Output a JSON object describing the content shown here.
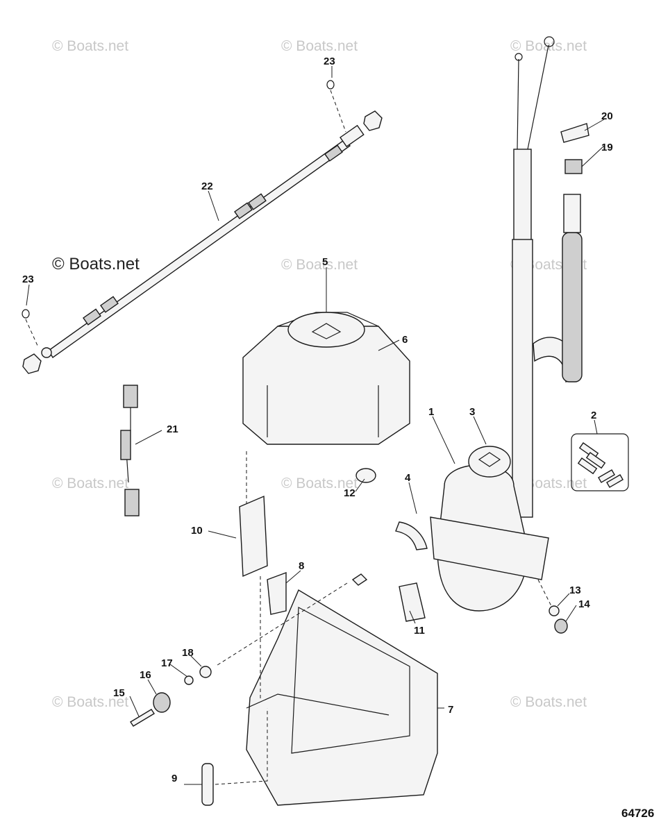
{
  "watermark": {
    "small_text": "© Boats.net",
    "large_text": "© Boats.net"
  },
  "diagram_number": "64726",
  "callouts": [
    "1",
    "2",
    "3",
    "4",
    "5",
    "6",
    "7",
    "8",
    "9",
    "10",
    "11",
    "12",
    "13",
    "14",
    "15",
    "16",
    "17",
    "18",
    "19",
    "20",
    "21",
    "22",
    "23",
    "23"
  ]
}
